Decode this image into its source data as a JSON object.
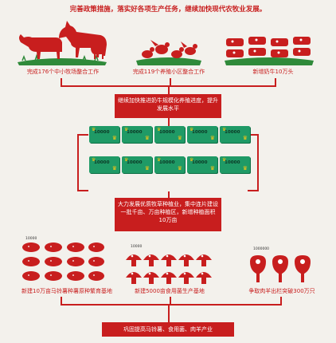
{
  "title": "完善政策措施，落实好各项生产任务，继续加快现代农牧业发展。",
  "row1": [
    {
      "caption": "完成176个中小牧场整合工作",
      "icon": "horse-cattle-icon"
    },
    {
      "caption": "完成119个养殖小区整合工作",
      "icon": "poultry-icon"
    },
    {
      "caption": "新增奶牛10万头",
      "icon": "dairy-cow-icon"
    }
  ],
  "box1": "继续加快推进奶牛规模化养殖进度，提升发展水平",
  "cards": {
    "value": "10000",
    "count": 10
  },
  "box2": "大力发展优质牧草种植业，集中连片建设一批千亩、万亩种植区，新增种植面积10万亩",
  "row3": [
    {
      "caption": "新建10万亩马铃薯种薯原种繁育基地",
      "label": "10000",
      "icon": "potato-icon"
    },
    {
      "caption": "新建5000亩食用菌生产基地",
      "label": "10000",
      "icon": "mushroom-icon"
    },
    {
      "caption": "争取肉羊出栏突破300万只",
      "label": "1000000",
      "icon": "mutton-icon"
    }
  ],
  "box3": "巩固提高马铃薯、食用菌、肉羊产业",
  "colors": {
    "red": "#c81e1e",
    "green": "#1f9a66",
    "gold": "#f0c419",
    "grass": "#2f8a3a"
  }
}
